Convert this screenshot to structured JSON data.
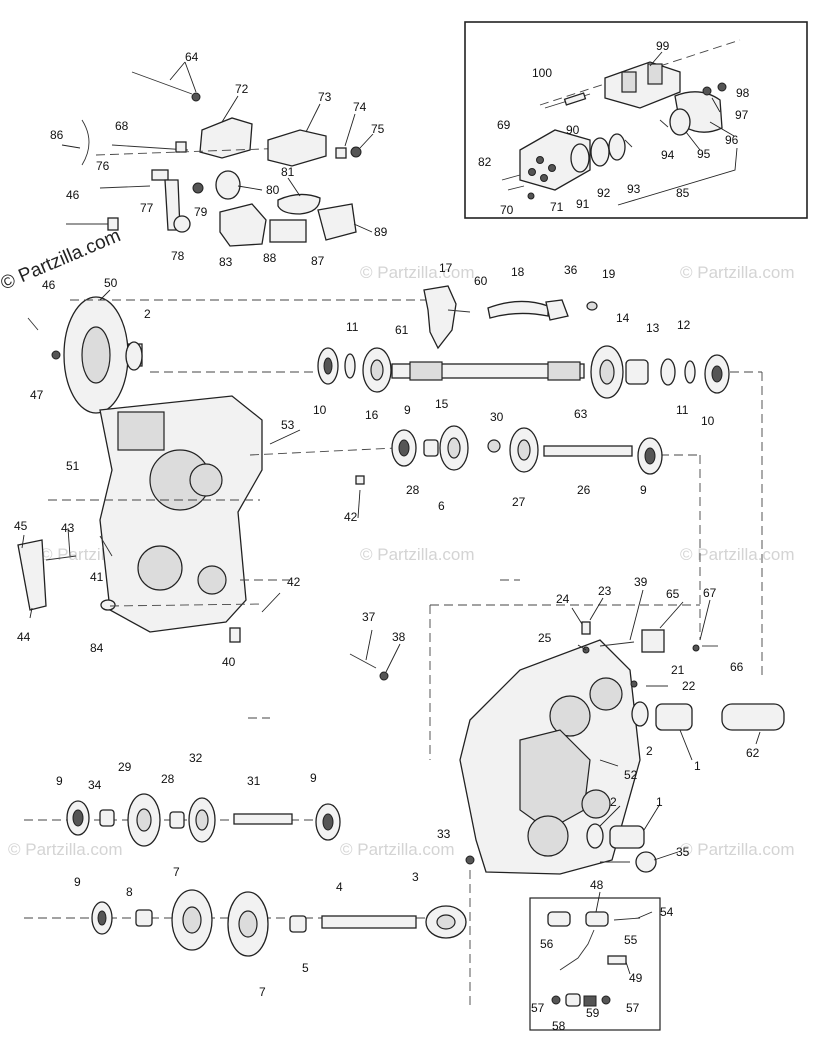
{
  "brand": "© Partzilla.com",
  "watermark": "© Partzilla.com",
  "callouts": [
    {
      "id": "c64",
      "text": "64"
    },
    {
      "id": "c72",
      "text": "72"
    },
    {
      "id": "c73",
      "text": "73"
    },
    {
      "id": "c74",
      "text": "74"
    },
    {
      "id": "c75",
      "text": "75"
    },
    {
      "id": "c86",
      "text": "86"
    },
    {
      "id": "c68",
      "text": "68"
    },
    {
      "id": "c76",
      "text": "76"
    },
    {
      "id": "c46a",
      "text": "46"
    },
    {
      "id": "c80",
      "text": "80"
    },
    {
      "id": "c81",
      "text": "81"
    },
    {
      "id": "c77",
      "text": "77"
    },
    {
      "id": "c79",
      "text": "79"
    },
    {
      "id": "c89",
      "text": "89"
    },
    {
      "id": "c78",
      "text": "78"
    },
    {
      "id": "c83",
      "text": "83"
    },
    {
      "id": "c88",
      "text": "88"
    },
    {
      "id": "c87",
      "text": "87"
    },
    {
      "id": "c99",
      "text": "99"
    },
    {
      "id": "c100",
      "text": "100"
    },
    {
      "id": "c98",
      "text": "98"
    },
    {
      "id": "c97",
      "text": "97"
    },
    {
      "id": "c69",
      "text": "69"
    },
    {
      "id": "c90",
      "text": "90"
    },
    {
      "id": "c96",
      "text": "96"
    },
    {
      "id": "c94",
      "text": "94"
    },
    {
      "id": "c95",
      "text": "95"
    },
    {
      "id": "c82",
      "text": "82"
    },
    {
      "id": "c91",
      "text": "91"
    },
    {
      "id": "c92",
      "text": "92"
    },
    {
      "id": "c93",
      "text": "93"
    },
    {
      "id": "c85",
      "text": "85"
    },
    {
      "id": "c70",
      "text": "70"
    },
    {
      "id": "c71",
      "text": "71"
    },
    {
      "id": "c46b",
      "text": "46"
    },
    {
      "id": "c50",
      "text": "50"
    },
    {
      "id": "c17",
      "text": "17"
    },
    {
      "id": "c60",
      "text": "60"
    },
    {
      "id": "c18",
      "text": "18"
    },
    {
      "id": "c36",
      "text": "36"
    },
    {
      "id": "c19",
      "text": "19"
    },
    {
      "id": "c2a",
      "text": "2"
    },
    {
      "id": "c47",
      "text": "47"
    },
    {
      "id": "c11a",
      "text": "11"
    },
    {
      "id": "c61",
      "text": "61"
    },
    {
      "id": "c14",
      "text": "14"
    },
    {
      "id": "c13",
      "text": "13"
    },
    {
      "id": "c12",
      "text": "12"
    },
    {
      "id": "c10a",
      "text": "10"
    },
    {
      "id": "c16",
      "text": "16"
    },
    {
      "id": "c15",
      "text": "15"
    },
    {
      "id": "c63",
      "text": "63"
    },
    {
      "id": "c11b",
      "text": "11"
    },
    {
      "id": "c10b",
      "text": "10"
    },
    {
      "id": "c53",
      "text": "53"
    },
    {
      "id": "c9a",
      "text": "9"
    },
    {
      "id": "c30",
      "text": "30"
    },
    {
      "id": "c28a",
      "text": "28"
    },
    {
      "id": "c6",
      "text": "6"
    },
    {
      "id": "c27",
      "text": "27"
    },
    {
      "id": "c26",
      "text": "26"
    },
    {
      "id": "c9b",
      "text": "9"
    },
    {
      "id": "c51",
      "text": "51"
    },
    {
      "id": "c42a",
      "text": "42"
    },
    {
      "id": "c45",
      "text": "45"
    },
    {
      "id": "c43",
      "text": "43"
    },
    {
      "id": "c41",
      "text": "41"
    },
    {
      "id": "c44",
      "text": "44"
    },
    {
      "id": "c84",
      "text": "84"
    },
    {
      "id": "c42b",
      "text": "42"
    },
    {
      "id": "c40",
      "text": "40"
    },
    {
      "id": "c24",
      "text": "24"
    },
    {
      "id": "c23",
      "text": "23"
    },
    {
      "id": "c39",
      "text": "39"
    },
    {
      "id": "c65",
      "text": "65"
    },
    {
      "id": "c67",
      "text": "67"
    },
    {
      "id": "c25",
      "text": "25"
    },
    {
      "id": "c66",
      "text": "66"
    },
    {
      "id": "c37",
      "text": "37"
    },
    {
      "id": "c38",
      "text": "38"
    },
    {
      "id": "c21",
      "text": "21"
    },
    {
      "id": "c22",
      "text": "22"
    },
    {
      "id": "c2b",
      "text": "2"
    },
    {
      "id": "c1a",
      "text": "1"
    },
    {
      "id": "c62",
      "text": "62"
    },
    {
      "id": "c52",
      "text": "52"
    },
    {
      "id": "c9c",
      "text": "9"
    },
    {
      "id": "c34",
      "text": "34"
    },
    {
      "id": "c29",
      "text": "29"
    },
    {
      "id": "c28b",
      "text": "28"
    },
    {
      "id": "c32",
      "text": "32"
    },
    {
      "id": "c31",
      "text": "31"
    },
    {
      "id": "c9d",
      "text": "9"
    },
    {
      "id": "c2c",
      "text": "2"
    },
    {
      "id": "c1b",
      "text": "1"
    },
    {
      "id": "c33",
      "text": "33"
    },
    {
      "id": "c35",
      "text": "35"
    },
    {
      "id": "c9e",
      "text": "9"
    },
    {
      "id": "c8",
      "text": "8"
    },
    {
      "id": "c7a",
      "text": "7"
    },
    {
      "id": "c4",
      "text": "4"
    },
    {
      "id": "c3",
      "text": "3"
    },
    {
      "id": "c5",
      "text": "5"
    },
    {
      "id": "c7b",
      "text": "7"
    },
    {
      "id": "c48",
      "text": "48"
    },
    {
      "id": "c54",
      "text": "54"
    },
    {
      "id": "c56",
      "text": "56"
    },
    {
      "id": "c55",
      "text": "55"
    },
    {
      "id": "c49",
      "text": "49"
    },
    {
      "id": "c57a",
      "text": "57"
    },
    {
      "id": "c58",
      "text": "58"
    },
    {
      "id": "c59",
      "text": "59"
    },
    {
      "id": "c57b",
      "text": "57"
    }
  ]
}
